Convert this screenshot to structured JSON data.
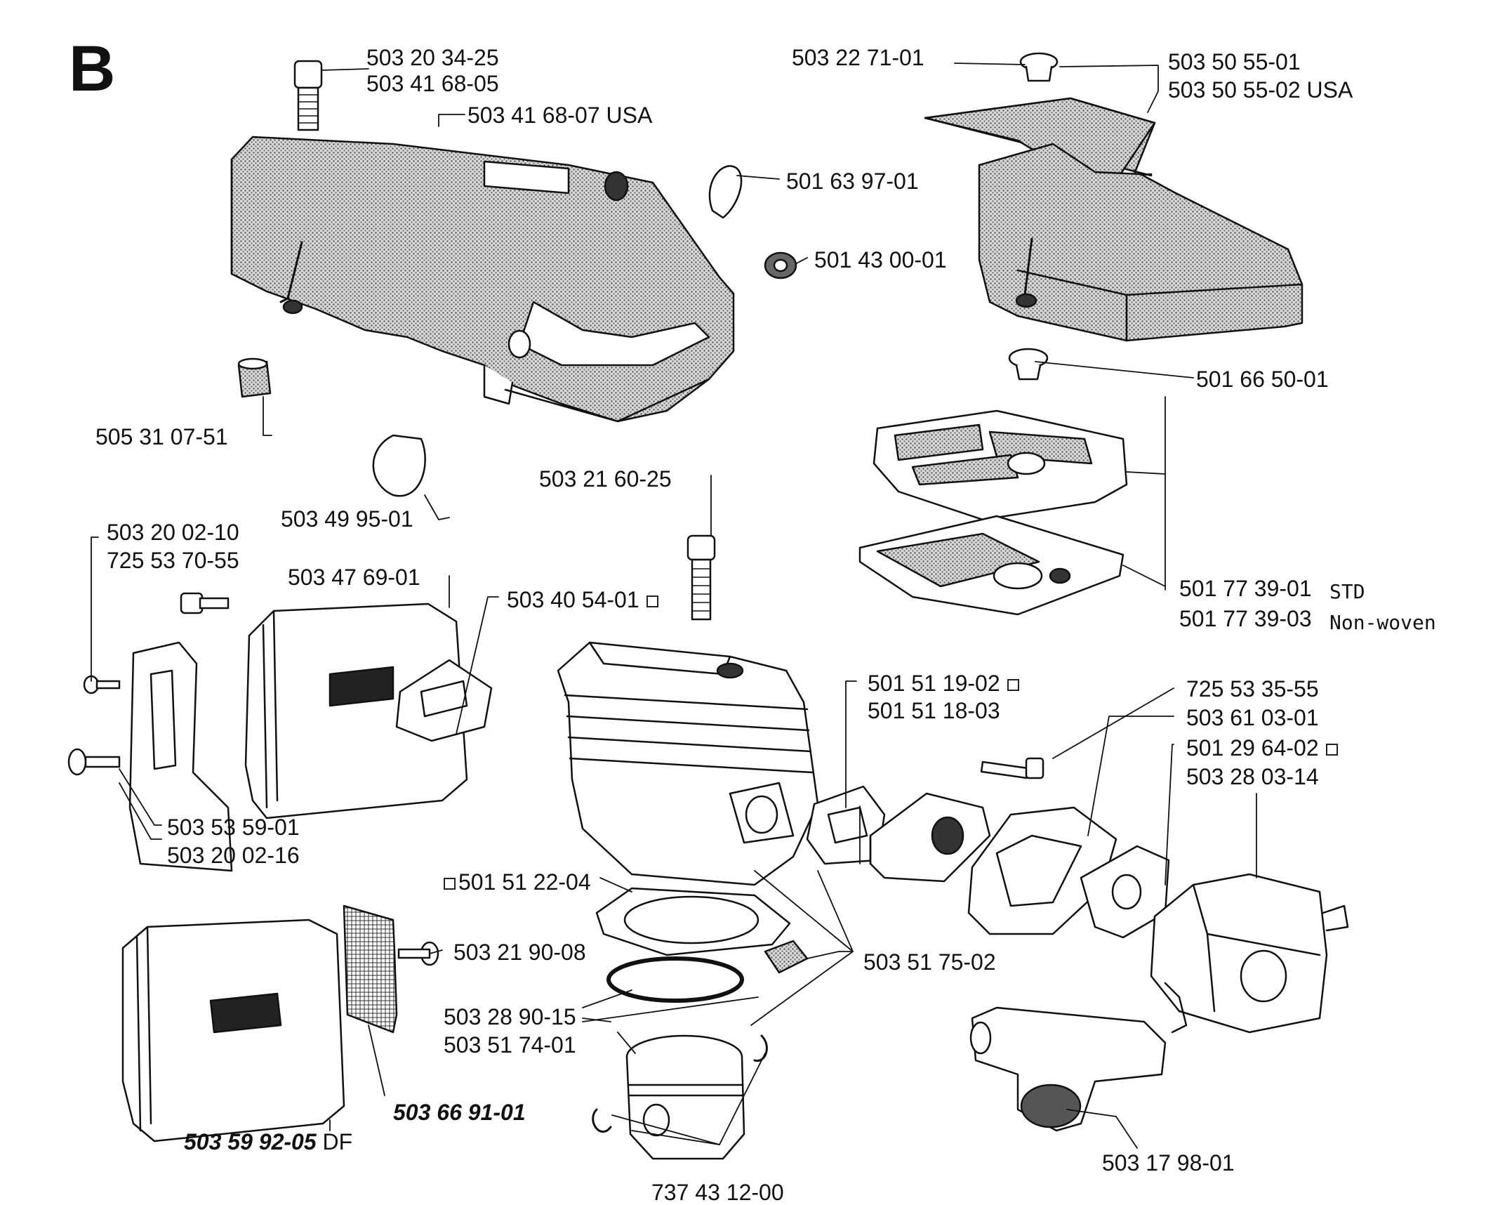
{
  "section_letter": "B",
  "parts": {
    "screw_top": [
      "503 20 34-25",
      "503 41 68-05"
    ],
    "cover_usa": "503 41 68-07 USA",
    "plug_top": "503 22 71-01",
    "filter_cover": [
      "503 50 55-01",
      "503 50 55-02 USA"
    ],
    "rubber_loop": "501 63 97-01",
    "grommet": "501 43 00-01",
    "sleeve": "505 31 07-51",
    "knob": "501 66 50-01",
    "strap": "503 49 95-01",
    "cyl_screw": "503 21 60-25",
    "air_filter": [
      "501 77 39-01",
      "501 77 39-03"
    ],
    "air_filter_notes": [
      "STD",
      "Non-woven"
    ],
    "bracket_screws": [
      "503 20 02-10",
      "725 53 70-55"
    ],
    "muffler": "503 47 69-01",
    "muffler_gasket": "503 40 54-01",
    "intake_gaskets": [
      "501 51 19-02",
      "501 51 18-03"
    ],
    "carb_parts": [
      "725 53 35-55",
      "503 61 03-01",
      "501 29 64-02",
      "503 28 03-14"
    ],
    "bracket": [
      "503 53 59-01",
      "503 20 02-16"
    ],
    "base_gasket": "501 51 22-04",
    "screen_screw": "503 21 90-08",
    "cylinder_kit": "503 51 75-02",
    "rings": [
      "503 28 90-15",
      "503 51 74-01"
    ],
    "spark_screen": "503 66 91-01",
    "muffler_df": "503 59 92-05",
    "muffler_df_suffix": "DF",
    "piston_kit": "737 43 12-00",
    "intake_boot": "503 17 98-01"
  }
}
